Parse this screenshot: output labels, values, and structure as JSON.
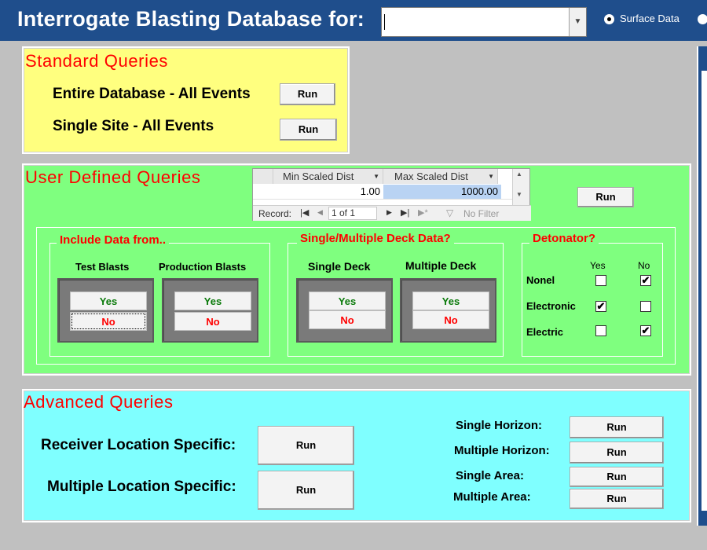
{
  "header": {
    "title": "Interrogate Blasting Database for:",
    "combo_value": "",
    "radio_surface_label": "Surface Data"
  },
  "standard": {
    "title": "Standard Queries",
    "rows": [
      {
        "label": "Entire Database - All Events",
        "button": "Run"
      },
      {
        "label": "Single Site - All Events",
        "button": "Run"
      }
    ]
  },
  "user_defined": {
    "title": "User Defined Queries",
    "run_label": "Run",
    "subform": {
      "columns": [
        "Min Scaled Dist",
        "Max Scaled Dist"
      ],
      "values": [
        "1.00",
        "1000.00"
      ],
      "record_label": "Record:",
      "record_value": "1 of 1",
      "no_filter": "No Filter"
    },
    "include": {
      "title": "Include Data from..",
      "test_label": "Test Blasts",
      "production_label": "Production Blasts",
      "yes": "Yes",
      "no": "No"
    },
    "deck": {
      "title": "Single/Multiple Deck Data?",
      "single_label": "Single Deck",
      "multiple_label": "Multiple Deck",
      "yes": "Yes",
      "no": "No"
    },
    "detonator": {
      "title": "Detonator?",
      "col_yes": "Yes",
      "col_no": "No",
      "rows": [
        {
          "label": "Nonel",
          "yes": false,
          "no": true
        },
        {
          "label": "Electronic",
          "yes": true,
          "no": false
        },
        {
          "label": "Electric",
          "yes": false,
          "no": true
        }
      ]
    }
  },
  "advanced": {
    "title": "Advanced Queries",
    "receiver_label": "Receiver Location Specific:",
    "multiple_loc_label": "Multiple Location Specific:",
    "run": "Run",
    "right_rows": [
      {
        "label": "Single Horizon:",
        "button": "Run"
      },
      {
        "label": "Multiple Horizon:",
        "button": "Run"
      },
      {
        "label": "Single Area:",
        "button": "Run"
      },
      {
        "label": "Multiple Area:",
        "button": "Run"
      }
    ]
  }
}
